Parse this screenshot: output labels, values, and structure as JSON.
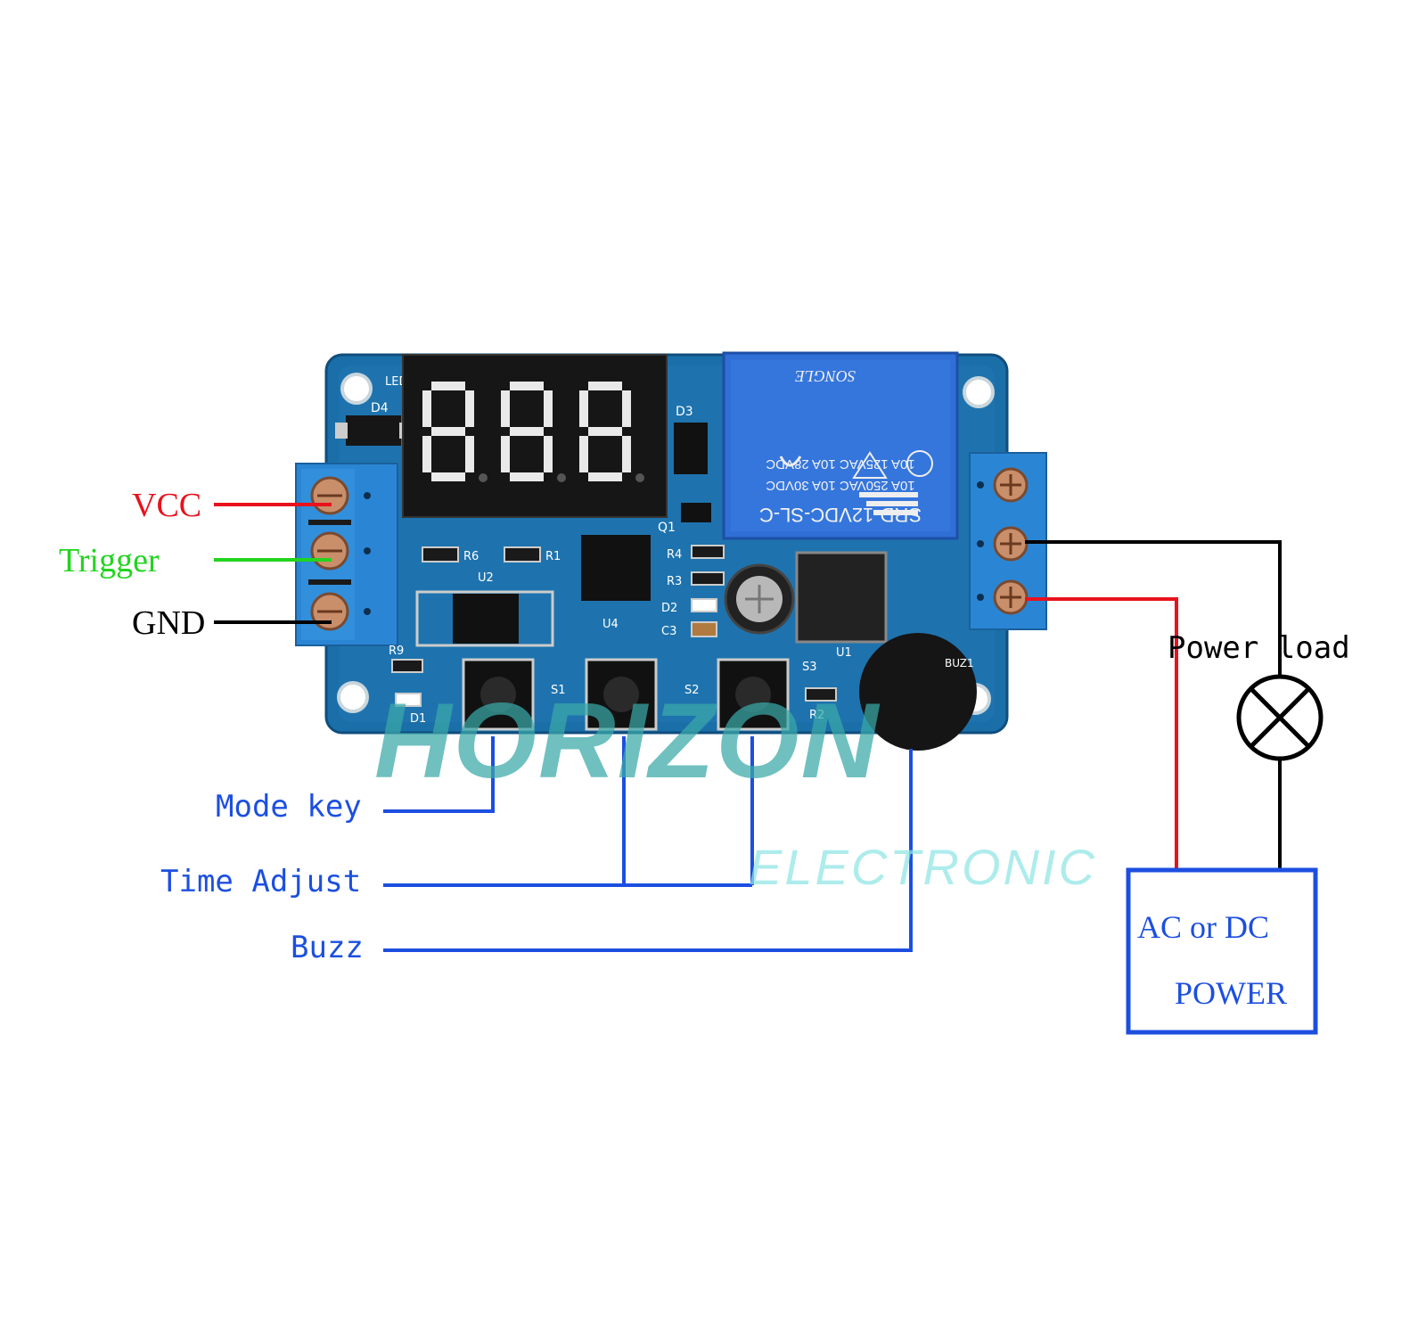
{
  "wire_labels": {
    "vcc": "VCC",
    "trigger": "Trigger",
    "gnd": "GND",
    "mode_key": "Mode key",
    "time_adjust": "Time Adjust",
    "buzz": "Buzz",
    "power_load": "Power load"
  },
  "power_supply": {
    "line1": "AC or DC",
    "line2": "POWER"
  },
  "watermark": {
    "line1": "HORIZON",
    "line2": "ELECTRONIC"
  },
  "display": {
    "digits": "888"
  },
  "relay": {
    "model": "SRD-12VDC-SL-C",
    "rating1": "10A 250VAC  10A 30VDC",
    "rating2": "10A 125VAC  10A 28VDC",
    "brand": "SONGLE"
  },
  "pcb_labels": {
    "d4": "D4",
    "d3": "D3",
    "q1": "Q1",
    "r6": "R6",
    "r1": "R1",
    "r4": "R4",
    "r3": "R3",
    "d2": "D2",
    "c3": "C3",
    "u2": "U2",
    "u4": "U4",
    "u1": "U1",
    "r9": "R9",
    "d1": "D1",
    "s1": "S1",
    "s2": "S2",
    "s3": "S3",
    "r2": "R2",
    "buz1": "BUZ1",
    "led": "LED"
  },
  "colors": {
    "vcc_wire": "#e8121c",
    "trigger_wire": "#22d41f",
    "gnd_wire": "#000000",
    "annotation_blue": "#1c4fe0",
    "pcb_blue": "#1b6fa8",
    "terminal_blue": "#2a86d4",
    "relay_blue": "#2f6fd6",
    "watermark_teal": "#3aa9a9"
  }
}
